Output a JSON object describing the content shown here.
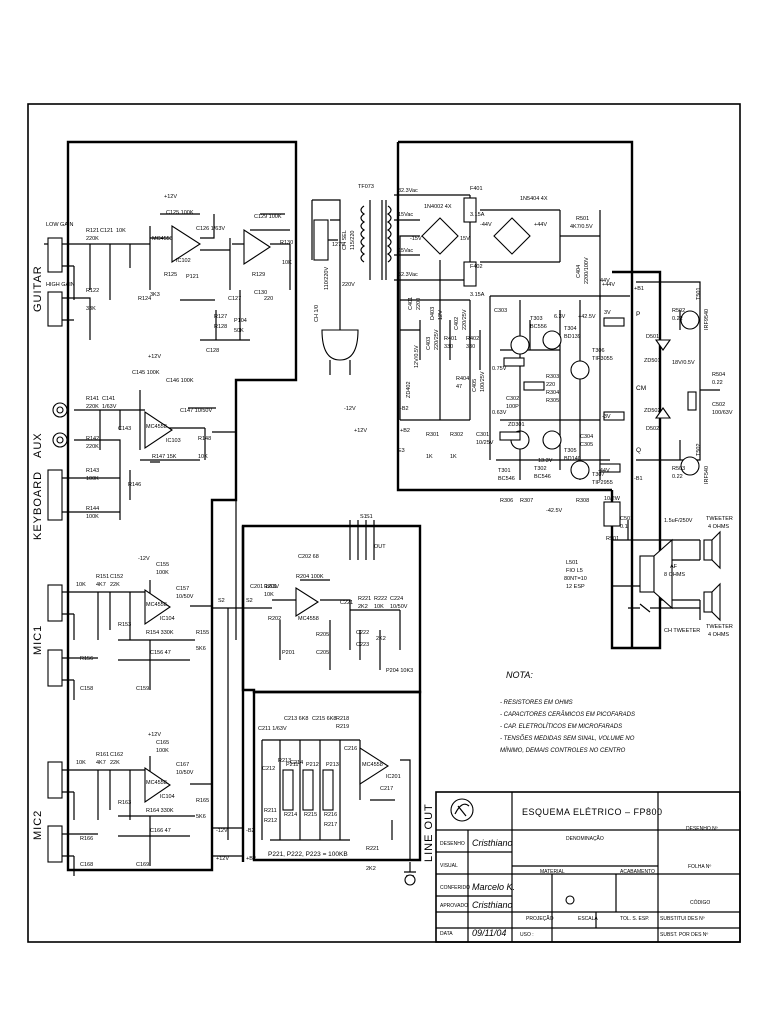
{
  "inputs": {
    "guitar": "GUITAR",
    "low_gain": "LOW GAIN",
    "high_gain": "HIGH GAIN",
    "aux": "AUX",
    "keyboard": "KEYBOARD",
    "mic1": "MIC1",
    "mic2": "MIC2",
    "line_out": "LINE OUT"
  },
  "components": {
    "guitar": [
      "R121",
      "220K",
      "C121",
      "10K",
      "R122",
      "33K",
      "R124",
      "3K3",
      "MC4558",
      "IC102",
      "R125",
      "P121",
      "+12V",
      "C125 100K",
      "R129",
      "C129 100K",
      "R130",
      "10K",
      "C126 1/63V",
      "C130",
      "220",
      "R127",
      "R128",
      "C127",
      "C128",
      "P104",
      "50K"
    ],
    "aux": [
      "C145 100K",
      "+12V",
      "R141",
      "220K",
      "C141",
      "1/63V",
      "R142",
      "220K",
      "R143",
      "100K",
      "R144",
      "100K",
      "C146 100K",
      "C147 10/50V",
      "MC4558",
      "IC103",
      "R147 15K",
      "R148",
      "10K",
      "R146",
      "C143"
    ],
    "mic1": [
      "10K",
      "R151",
      "4K7",
      "C152",
      "22K",
      "-12V",
      "C155",
      "100K",
      "C157",
      "10/50V",
      "MC4558",
      "IC104",
      "R154 330K",
      "C156 47",
      "R155",
      "5K6",
      "R153",
      "R156",
      "C158",
      "C159"
    ],
    "mic2": [
      "10K",
      "R161",
      "4K7",
      "C162",
      "22K",
      "+12V",
      "C165",
      "100K",
      "C167",
      "10/50V",
      "MC4558",
      "IC104",
      "R164 330K",
      "C166 47",
      "R165",
      "5K6",
      "R163",
      "R166",
      "C168",
      "C169"
    ],
    "mixer": [
      "C202 68",
      "R204 100K",
      "C201 1/63V",
      "R201",
      "10K",
      "MC4558",
      "P201",
      "R202",
      "R205",
      "C205",
      "C221",
      "R221",
      "2K2",
      "R222",
      "10K",
      "C224",
      "10/50V",
      "C222",
      "2K2",
      "C223",
      "P204 10K3",
      "S2",
      "S1",
      "OUT"
    ],
    "eq": [
      "C211 1/63V",
      "C213 6K8",
      "C215 6K8",
      "R218",
      "R219",
      "C216",
      "C217",
      "MC4558",
      "IC201",
      "C212",
      "C214",
      "R211",
      "R212",
      "R213",
      "R214",
      "R215",
      "R216",
      "R217",
      "P211",
      "P212",
      "P213",
      "P221, P222, P223 = 100KB",
      "R221",
      "2K2"
    ],
    "power_supply": [
      "TF073",
      "32.3Vac",
      "15Vac",
      "32.3Vac",
      "15Vac",
      "CH SEL",
      "115/220",
      "CH 1/0",
      "110/220V",
      "127V",
      "220V",
      "F401",
      "3.15A",
      "F402",
      "3.15A",
      "1N4002 4X",
      "1N5404 4X",
      "-15V",
      "15V",
      "+44V",
      "-44V",
      "R501",
      "4K7/0.5V",
      "C404",
      "2200/100V",
      "+44V",
      "C401",
      "2200",
      "D403",
      "12V",
      "ZD402",
      "12V/0.5V",
      "C403",
      "220/25V",
      "R401",
      "330",
      "C402",
      "220/25V",
      "R402",
      "330",
      "R404",
      "47",
      "C405",
      "100/25V",
      "+12V",
      "-12V",
      "+B2",
      "-B2"
    ],
    "power_amp": [
      "+B1",
      "-B1",
      "P",
      "CM",
      "Q",
      "T301",
      "BC546",
      "T302",
      "BC546",
      "T303",
      "BC556",
      "T304",
      "BD139",
      "T305",
      "BD140",
      "T306",
      "TIP3055",
      "T307",
      "TIP2955",
      "R301",
      "1K",
      "R302",
      "1K",
      "R303",
      "220",
      "R304",
      "R305",
      "C301",
      "10/25V",
      "C302",
      "100P",
      "C303",
      "C304",
      "C305",
      "R306",
      "R307",
      "R308",
      "ZD301",
      "13.3V",
      "-42.5V",
      "+42.5V",
      "6.3V",
      "0.75V",
      "0.63V",
      "-3V",
      "3V",
      "44V",
      "-44V",
      "R501",
      "10/2W",
      "C501",
      "0.1",
      "R502",
      "0.22",
      "R503",
      "0.22",
      "ZD501",
      "ZD502",
      "18V/0.5V",
      "R504",
      "0.22",
      "C502",
      "100/63V",
      "D501",
      "D502",
      "T501",
      "IRF9540",
      "T502",
      "IRF540"
    ],
    "output": [
      "L501",
      "FIO L5",
      "80NT=10",
      "12 ESP",
      "1.5uF/250V",
      "TWEETER",
      "4 OHMS",
      "AF",
      "8 OHMS",
      "CH TWEETER",
      "TWEETER",
      "4 OHMS"
    ],
    "rails": [
      "-12V",
      "+12V",
      "-B2",
      "+B2",
      "E3",
      "S1",
      "S2"
    ]
  },
  "notes": {
    "title": "NOTA:",
    "items": [
      "- RESISTORES EM OHMS",
      "- CAPACITORES CERÂMICOS EM PICOFARADS",
      "- CAP. ELETROLÍTICOS EM MICROFARADS",
      "- TENSÕES MEDIDAS SEM SINAL, VOLUME NO",
      "  MÍNIMO, DEMAIS CONTROLES NO CENTRO"
    ]
  },
  "title_block": {
    "title": "ESQUEMA ELÉTRICO – FP800",
    "denominacao": "DENOMINAÇÃO",
    "desenho_n": "DESENHO Nº",
    "folha_n": "FOLHA Nº",
    "codigo": "CÓDIGO",
    "material": "MATERIAL",
    "acabamento": "ACABAMENTO",
    "projecao": "PROJEÇÃO",
    "escala": "ESCALA",
    "tol": "TOL. S. ESP.",
    "substitui": "SUBSTITUI DES Nº",
    "subst_por": "SUBST. POR DES Nº",
    "uso": "USO :",
    "rows": [
      {
        "label": "DESENHO",
        "value": "Cristhiano"
      },
      {
        "label": "VISUAL",
        "value": ""
      },
      {
        "label": "CONFERIDO",
        "value": "Marcelo K."
      },
      {
        "label": "APROVADO",
        "value": "Cristhiano"
      },
      {
        "label": "DATA",
        "value": "09/11/04"
      }
    ]
  }
}
